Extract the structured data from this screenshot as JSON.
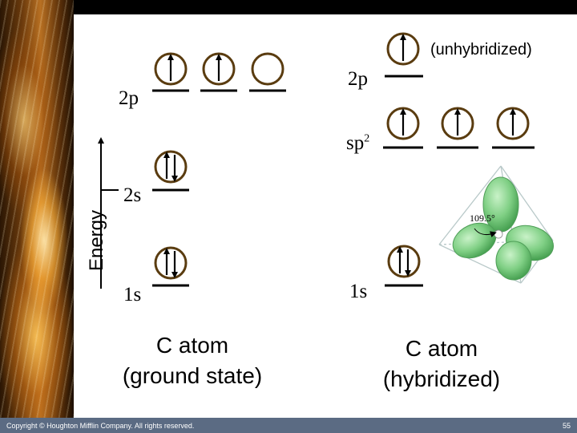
{
  "ground_state": {
    "levels": {
      "p": "2p",
      "s2": "2s",
      "s1": "1s"
    },
    "caption_line1": "C atom",
    "caption_line2": "(ground state)",
    "axis_label": "Energy"
  },
  "hybridized": {
    "levels": {
      "p": "2p",
      "sp_base": "sp",
      "sp_sup": "2",
      "s1": "1s"
    },
    "unhybridized_note": "(unhybridized)",
    "caption_line1": "C atom",
    "caption_line2": "(hybridized)",
    "bond_angle": "109.5°"
  },
  "orbital_occupancy": {
    "ground_1s": 2,
    "ground_2s": 2,
    "ground_2p": [
      1,
      1,
      0
    ],
    "hybrid_1s": 2,
    "hybrid_sp3": [
      1,
      1,
      1
    ],
    "hybrid_2p": 1
  },
  "footer": {
    "copyright": "Copyright © Houghton Mifflin Company. All rights reserved.",
    "page_number": "55"
  },
  "colors": {
    "orbital_ring": "#5a3c10",
    "lobe_green": "#7fcf84",
    "footer_bar": "#5b6b83",
    "panel_bg": "#ffffff"
  }
}
